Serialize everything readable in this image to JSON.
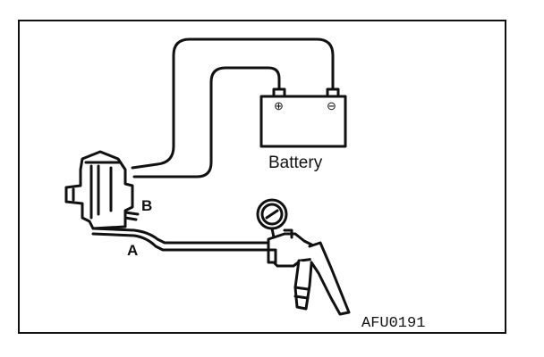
{
  "labels": {
    "battery": "Battery",
    "port_a": "A",
    "port_b": "B",
    "figure_code": "AFU0191",
    "battery_pos": "⊕",
    "battery_neg": "⊖"
  },
  "colors": {
    "ink": "#111111",
    "background": "#ffffff"
  }
}
